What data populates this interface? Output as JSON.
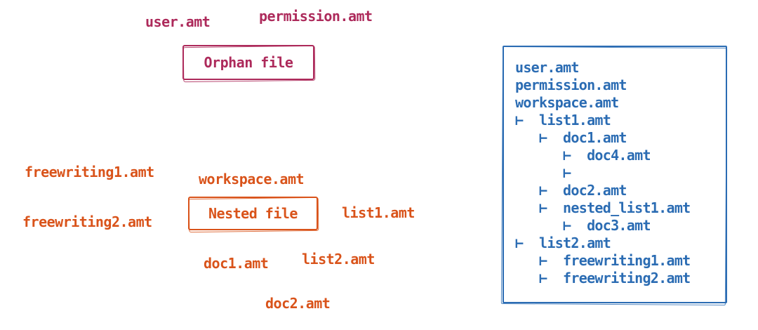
{
  "colors": {
    "orphan_accent": "#ad2a5b",
    "nested_accent": "#d9531a",
    "tree_accent": "#2b6cb3"
  },
  "orphan_cluster": {
    "box_label": "Orphan file",
    "files": {
      "user": "user.amt",
      "permission": "permission.amt"
    }
  },
  "nested_cluster": {
    "box_label": "Nested file",
    "files": {
      "freewriting1": "freewriting1.amt",
      "workspace": "workspace.amt",
      "freewriting2": "freewriting2.amt",
      "list1": "list1.amt",
      "doc1": "doc1.amt",
      "list2": "list2.amt",
      "doc2": "doc2.amt"
    }
  },
  "hierarchy_panel": {
    "lines": [
      "user.amt",
      "permission.amt",
      "workspace.amt",
      "⊢  list1.amt",
      "   ⊢  doc1.amt",
      "      ⊢  doc4.amt",
      "      ⊢",
      "   ⊢  doc2.amt",
      "   ⊢  nested_list1.amt",
      "      ⊢  doc3.amt",
      "⊢  list2.amt",
      "   ⊢  freewriting1.amt",
      "   ⊢  freewriting2.amt"
    ]
  }
}
